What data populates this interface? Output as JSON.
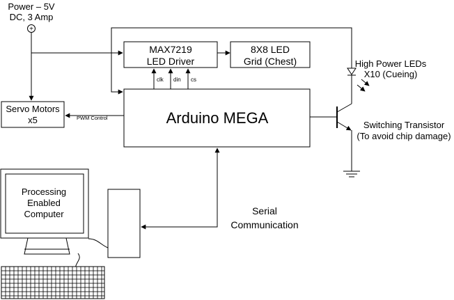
{
  "power": {
    "line1": "Power – 5V",
    "line2": "DC, 3 Amp",
    "symbol": "+"
  },
  "max7219": {
    "line1": "MAX7219",
    "line2": "LED Driver"
  },
  "led_grid": {
    "line1": "8X8 LED",
    "line2": "Grid (Chest)"
  },
  "arduino": {
    "label": "Arduino MEGA"
  },
  "servo": {
    "line1": "Servo Motors",
    "line2": "x5"
  },
  "pwm": {
    "label": "PWM Control"
  },
  "pins": {
    "clk": "clk",
    "din": "din",
    "cs": "cs"
  },
  "leds": {
    "line1": "High Power LEDs",
    "line2": "X10 (Cueing)"
  },
  "transistor": {
    "line1": "Switching Transistor",
    "line2": "(To avoid chip damage)"
  },
  "computer": {
    "line1": "Processing",
    "line2": "Enabled",
    "line3": "Computer"
  },
  "serial": {
    "line1": "Serial",
    "line2": "Communication"
  }
}
